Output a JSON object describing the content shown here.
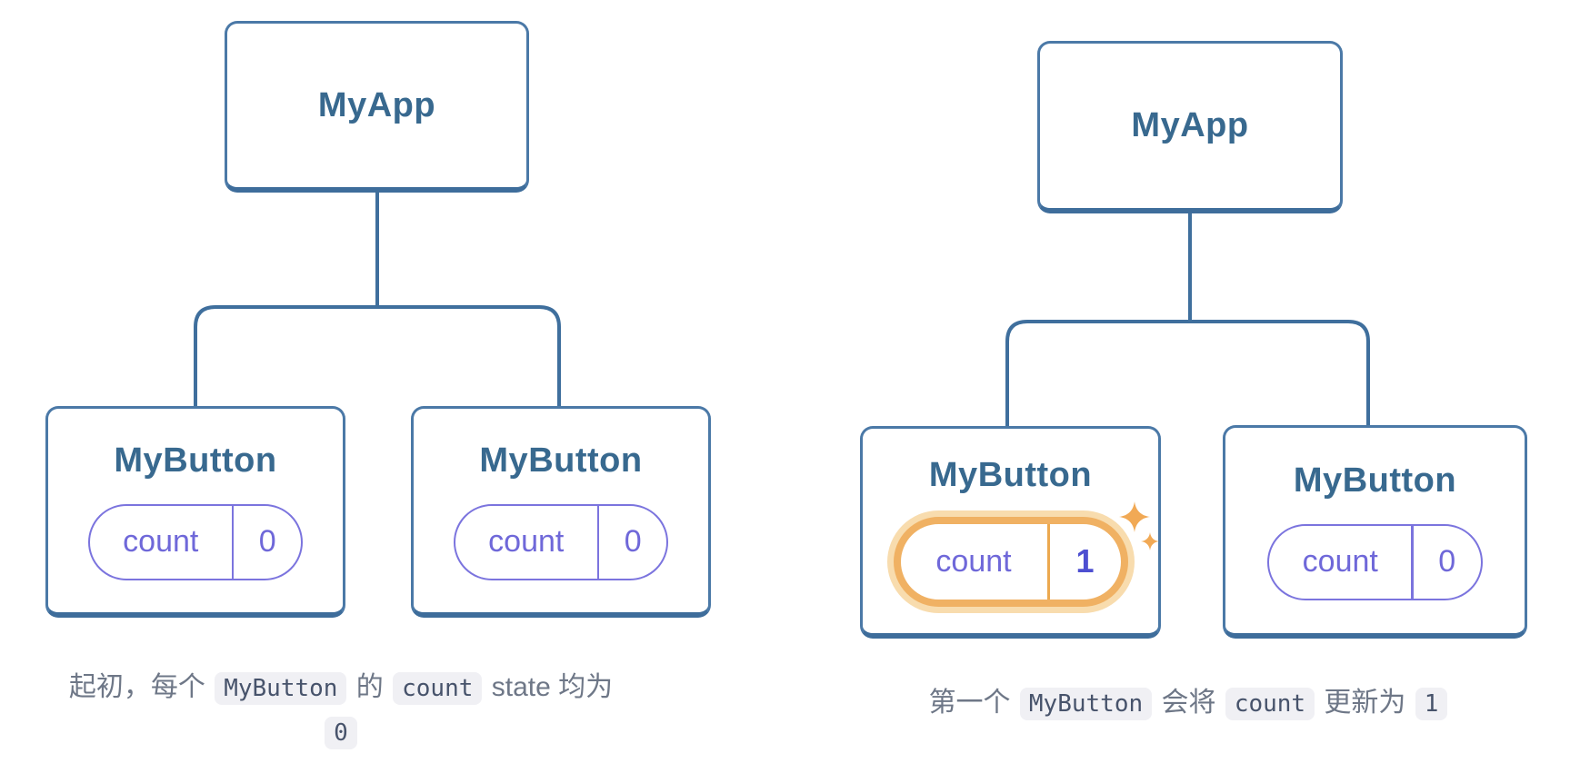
{
  "colors": {
    "tree-line": "#3f6f9d",
    "node-border": "#4b79a7",
    "node-border-bottom": "#3e6d9b",
    "node-text": "#38698f",
    "pill-border": "#7b74de",
    "pill-text": "#6f68d9",
    "value-highlight-text": "#4d4fd1",
    "highlight-ring": "#f0b163",
    "highlight-halo": "#f8dcae",
    "highlight-divider": "#eca94f",
    "sparkle": "#f1a955",
    "caption-text": "#6e7787",
    "code-text": "#47536b",
    "code-bg": "#f0f0f4",
    "canvas-bg": "#ffffff"
  },
  "left_diagram": {
    "root_label": "MyApp",
    "buttons": [
      {
        "label": "MyButton",
        "state_key": "count",
        "state_value": "0"
      },
      {
        "label": "MyButton",
        "state_key": "count",
        "state_value": "0"
      }
    ],
    "caption_lines": [
      [
        {
          "t": "起初，每个 "
        },
        {
          "t": "MyButton",
          "code": true
        },
        {
          "t": " 的 "
        },
        {
          "t": "count",
          "code": true
        },
        {
          "t": " state 均为"
        }
      ],
      [
        {
          "t": "0",
          "code": true
        }
      ]
    ]
  },
  "right_diagram": {
    "root_label": "MyApp",
    "buttons": [
      {
        "label": "MyButton",
        "state_key": "count",
        "state_value": "1",
        "highlighted": true
      },
      {
        "label": "MyButton",
        "state_key": "count",
        "state_value": "0"
      }
    ],
    "caption_lines": [
      [
        {
          "t": "第一个 "
        },
        {
          "t": "MyButton",
          "code": true
        },
        {
          "t": " 会将 "
        },
        {
          "t": "count",
          "code": true
        },
        {
          "t": " 更新为 "
        },
        {
          "t": "1",
          "code": true
        }
      ]
    ]
  }
}
